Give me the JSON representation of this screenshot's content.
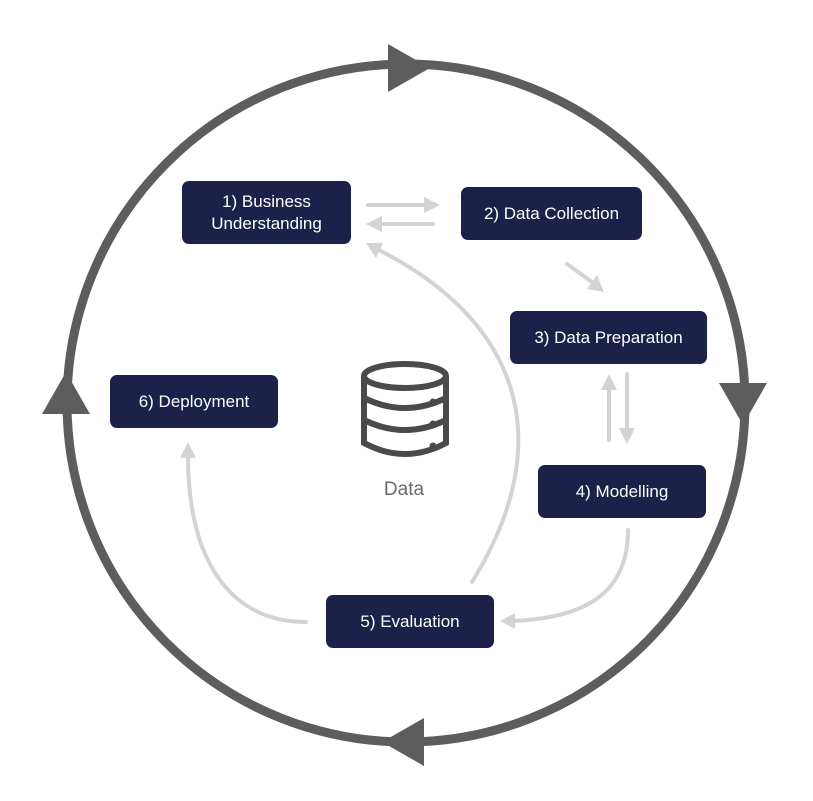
{
  "stages": [
    {
      "label": "1) Business Understanding"
    },
    {
      "label": "2) Data Collection"
    },
    {
      "label": "3) Data Preparation"
    },
    {
      "label": "4) Modelling"
    },
    {
      "label": "5) Evaluation"
    },
    {
      "label": "6) Deployment"
    }
  ],
  "center": {
    "label": "Data",
    "icon": "database-icon"
  },
  "colors": {
    "box": "#1c2149",
    "box_text": "#ffffff",
    "outer_cycle": "#5d5d5d",
    "inner_arrows": "#d3d3d3",
    "center_label": "#6a6a6a",
    "database_icon": "#4a4a4a"
  }
}
